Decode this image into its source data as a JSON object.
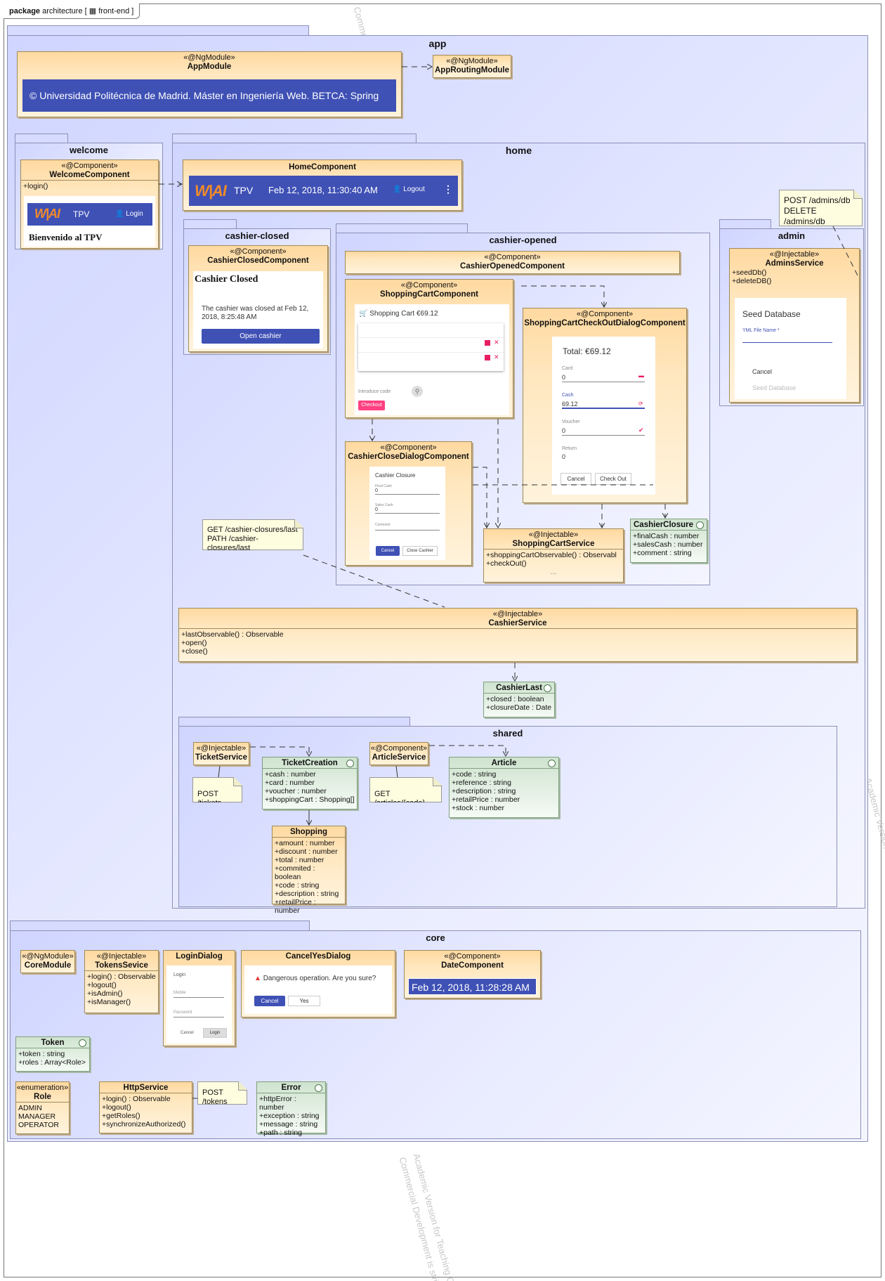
{
  "frame": {
    "keyword": "package",
    "name": "architecture",
    "diagram_label": "front-end"
  },
  "watermark": {
    "lines": [
      "Academic Version for Teaching Only",
      "Commercial Development is strictly Prohibited"
    ]
  },
  "packages": {
    "app": "app",
    "welcome": "welcome",
    "home": "home",
    "cashier_closed": "cashier-closed",
    "cashier_opened": "cashier-opened",
    "admin": "admin",
    "shared": "shared",
    "core": "core"
  },
  "stereotypes": {
    "ngmodule": "«@NgModule»",
    "component": "«@Component»",
    "injectable": "«@Injectable»",
    "enumeration": "«enumeration»"
  },
  "app_module": {
    "name": "AppModule",
    "banner": "© Universidad Politécnica de Madrid. Máster en Ingeniería Web. BETCA: Spring"
  },
  "app_routing_module": {
    "name": "AppRoutingModule"
  },
  "welcome_component": {
    "name": "WelcomeComponent",
    "ops": "+login()",
    "bar_title": "TPV",
    "bar_login": "Login",
    "welcome_text": "Bienvenido al TPV"
  },
  "home_component": {
    "name": "HomeComponent",
    "bar_title": "TPV",
    "bar_date": "Feb 12, 2018, 11:30:40 AM",
    "bar_logout": "Logout",
    "menu": "⋮"
  },
  "cashier_closed_component": {
    "name": "CashierClosedComponent",
    "heading": "Cashier Closed",
    "text": "The cashier was closed at Feb 12, 2018, 8:25:48 AM",
    "button": "Open cashier"
  },
  "cashier_opened_component": {
    "name": "CashierOpenedComponent"
  },
  "shopping_cart_component": {
    "name": "ShoppingCartComponent",
    "title": "Shopping Cart €69.12",
    "footer_label": "Introduce code",
    "footer_button": "Checkout"
  },
  "checkout_dialog": {
    "name": "ShoppingCartCheckOutDialogComponent",
    "total": "Total: €69.12",
    "fields": [
      {
        "label": "Card",
        "value": "0"
      },
      {
        "label": "Cash",
        "value": "69.12"
      },
      {
        "label": "Voucher",
        "value": "0"
      },
      {
        "label": "Return",
        "value": "0"
      }
    ],
    "cancel": "Cancel",
    "checkout": "Check Out"
  },
  "cashier_close_dialog": {
    "name": "CashierCloseDialogComponent",
    "title": "Cashier Closure",
    "fields": [
      {
        "label": "Final Cash",
        "value": "0"
      },
      {
        "label": "Sales Cash",
        "value": "0"
      },
      {
        "label": "Comment",
        "value": ""
      }
    ],
    "cancel": "Cancel",
    "close": "Close Cashier"
  },
  "shopping_cart_service": {
    "name": "ShoppingCartService",
    "ops": [
      "+shoppingCartObservable() : Observabl",
      "+checkOut()",
      "..."
    ]
  },
  "cashier_closure": {
    "name": "CashierClosure",
    "attrs": [
      "+finalCash : number",
      "+salesCash : number",
      "+comment : string"
    ]
  },
  "admins_service": {
    "name": "AdminsService",
    "ops": [
      "+seedDb()",
      "+deleteDB()"
    ],
    "dialog_title": "Seed Database",
    "dialog_field": "YML File Name *",
    "dialog_cancel": "Cancel",
    "dialog_seed": "Seed Database"
  },
  "note_admin": [
    "POST /admins/db",
    "DELETE /admins/db"
  ],
  "note_cashier": [
    "GET /cashier-closures/last",
    "PATH /cashier-closures/last"
  ],
  "cashier_service": {
    "name": "CashierService",
    "ops": [
      "+lastObservable() : Observable",
      "+open()",
      "+close()"
    ]
  },
  "cashier_last": {
    "name": "CashierLast",
    "attrs": [
      "+closed : boolean",
      "+closureDate : Date"
    ]
  },
  "ticket_service": {
    "name": "TicketService"
  },
  "note_tickets": "POST /tickets",
  "ticket_creation": {
    "name": "TicketCreation",
    "attrs": [
      "+cash : number",
      "+card : number",
      "+voucher : number",
      "+shoppingCart : Shopping[]"
    ]
  },
  "shopping": {
    "name": "Shopping",
    "attrs": [
      "+amount : number",
      "+discount : number",
      "+total : number",
      "+commited : boolean",
      "+code : string",
      "+description : string",
      "+retailPrice : number"
    ]
  },
  "article_service": {
    "name": "ArticleService"
  },
  "note_articles": "GET /articles/{code}",
  "article": {
    "name": "Article",
    "attrs": [
      "+code : string",
      "+reference : string",
      "+description : string",
      "+retailPrice : number",
      "+stock : number"
    ]
  },
  "core_module": {
    "name": "CoreModule"
  },
  "tokens_service": {
    "name": "TokensSevice",
    "ops": [
      "+login() : Observable",
      "+logout()",
      "+isAdmin()",
      "+isManager()"
    ]
  },
  "login_dialog": {
    "name": "LoginDialog",
    "fields": [
      "Login",
      "Mobile",
      "Password"
    ],
    "cancel": "Cancel",
    "login": "Login"
  },
  "cancel_yes_dialog": {
    "name": "CancelYesDialog",
    "message": "Dangerous operation. Are you sure?",
    "cancel": "Cancel",
    "yes": "Yes"
  },
  "date_component": {
    "name": "DateComponent",
    "date": "Feb 12, 2018, 11:28:28 AM"
  },
  "token": {
    "name": "Token",
    "attrs": [
      "+token : string",
      "+roles : Array<Role>"
    ]
  },
  "role": {
    "name": "Role",
    "literals": [
      "ADMIN",
      "MANAGER",
      "OPERATOR"
    ]
  },
  "http_service": {
    "name": "HttpService",
    "ops": [
      "+login() : Observable",
      "+logout()",
      "+getRoles()",
      "+synchronizeAuthorized()"
    ]
  },
  "note_tokens": "POST /tokens",
  "error": {
    "name": "Error",
    "attrs": [
      "+httpError : number",
      "+exception : string",
      "+message : string",
      "+path : string"
    ]
  }
}
